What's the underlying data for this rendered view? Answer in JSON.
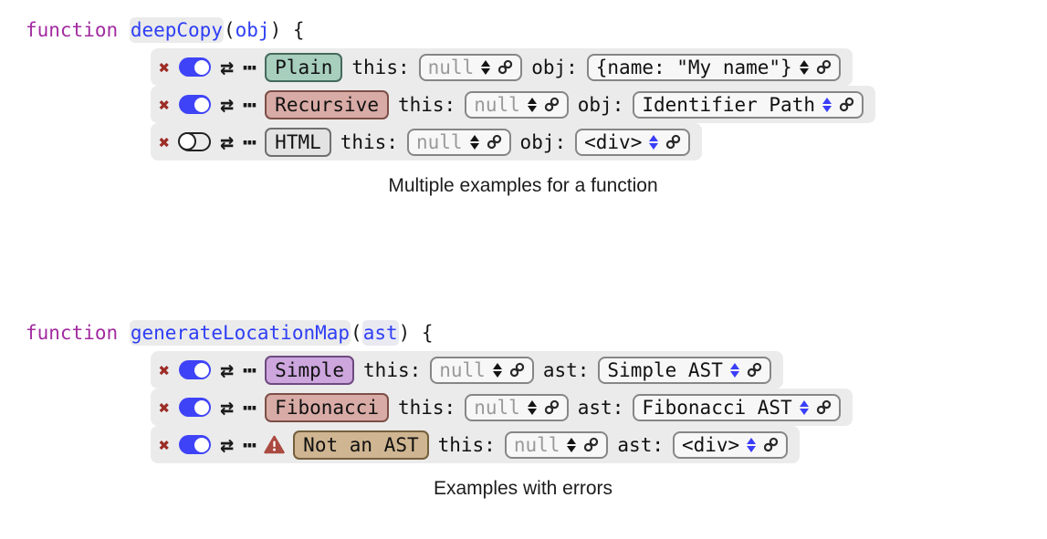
{
  "colors": {
    "keyword": "#a22ba0",
    "identifier": "#2d3ef5",
    "panel_gray": "#ebebeb",
    "toggle_on_blue": "#3f43f7",
    "delete_red": "#9c2c26",
    "warning_red": "#ab4a40",
    "stepper_blue": "#3a3ef8",
    "badge_plain": "#a8cfbe",
    "badge_recursive": "#d9aba6",
    "badge_html": "#e3e3e3",
    "badge_simple": "#cda6de",
    "badge_fibonacci": "#d9aba6",
    "badge_not_an_ast": "#cfb591"
  },
  "icons": {
    "delete": "✖",
    "swap": "⇄",
    "more": "⋯",
    "warning": "warning-triangle",
    "link": "chain-link",
    "stepper": "up-down-arrows"
  },
  "blocks": [
    {
      "signature": {
        "keyword": "function",
        "name": "deepCopy",
        "open_paren": "(",
        "param": "obj",
        "close": ") {"
      },
      "rows": [
        {
          "name": "Plain",
          "enabled": true,
          "warning": false,
          "params": [
            {
              "label": "this:",
              "value": "null"
            },
            {
              "label": "obj:",
              "value": "{name: \"My name\"}"
            }
          ]
        },
        {
          "name": "Recursive",
          "enabled": true,
          "warning": false,
          "params": [
            {
              "label": "this:",
              "value": "null"
            },
            {
              "label": "obj:",
              "value": "Identifier Path"
            }
          ]
        },
        {
          "name": "HTML",
          "enabled": false,
          "warning": false,
          "params": [
            {
              "label": "this:",
              "value": "null"
            },
            {
              "label": "obj:",
              "value": "<div>"
            }
          ]
        }
      ],
      "caption": "Multiple examples for a function"
    },
    {
      "signature": {
        "keyword": "function",
        "name": "generateLocationMap",
        "open_paren": "(",
        "param": "ast",
        "close": ") {"
      },
      "rows": [
        {
          "name": "Simple",
          "enabled": true,
          "warning": false,
          "params": [
            {
              "label": "this:",
              "value": "null"
            },
            {
              "label": "ast:",
              "value": "Simple AST"
            }
          ]
        },
        {
          "name": "Fibonacci",
          "enabled": true,
          "warning": false,
          "params": [
            {
              "label": "this:",
              "value": "null"
            },
            {
              "label": "ast:",
              "value": "Fibonacci AST"
            }
          ]
        },
        {
          "name": "Not an AST",
          "enabled": true,
          "warning": true,
          "params": [
            {
              "label": "this:",
              "value": "null"
            },
            {
              "label": "ast:",
              "value": "<div>"
            }
          ]
        }
      ],
      "caption": "Examples with errors"
    }
  ]
}
